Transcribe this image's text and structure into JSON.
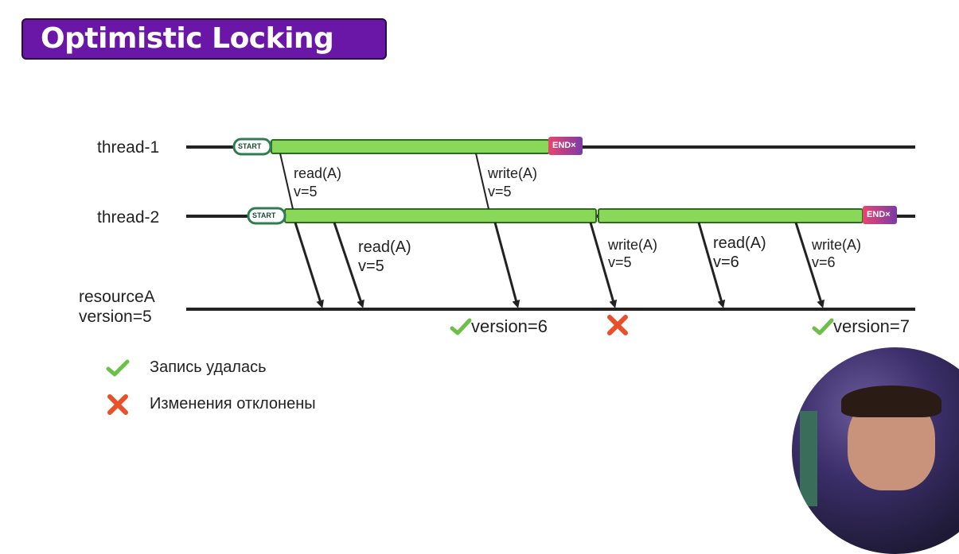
{
  "title": "Optimistic Locking",
  "threads": [
    {
      "label": "thread-1",
      "start_label": "START",
      "end_label": "END×"
    },
    {
      "label": "thread-2",
      "start_label": "START",
      "end_label": "END×"
    }
  ],
  "resource": {
    "label_line1": "resourceA",
    "label_line2": "version=5"
  },
  "ops": [
    {
      "op": "read(A)",
      "v": "v=5"
    },
    {
      "op": "write(A)",
      "v": "v=5"
    },
    {
      "op": "read(A)",
      "v": "v=5"
    },
    {
      "op": "write(A)",
      "v": "v=5"
    },
    {
      "op": "read(A)",
      "v": "v=6"
    },
    {
      "op": "write(A)",
      "v": "v=6"
    }
  ],
  "versions": [
    "version=6",
    "version=7"
  ],
  "legend": [
    {
      "icon": "check-icon",
      "text": "Запись удалась",
      "color": "#6cc04a"
    },
    {
      "icon": "cross-icon",
      "text": "Изменения отклонены",
      "color": "#e8502a"
    }
  ],
  "colors": {
    "bar": "#8ad85a",
    "title_bg": "#6a17a8",
    "end_badge": "#e0457a",
    "start_badge": "#2e7d52"
  }
}
